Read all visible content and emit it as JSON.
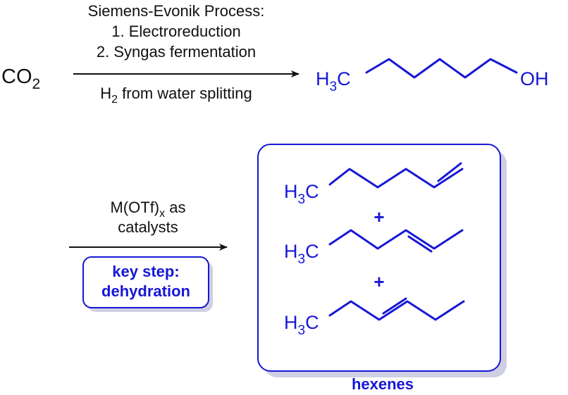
{
  "colors": {
    "molecule": "#1717d6",
    "text": "#111111",
    "box_shadow": "#cfcfe3"
  },
  "reactant": {
    "base": "CO",
    "sub": "2"
  },
  "arrow1": {
    "above": [
      "Siemens-Evonik Process:",
      "1. Electroreduction",
      "2. Syngas fermentation"
    ],
    "below": {
      "pre": "H",
      "sub": "2",
      "post": " from water splitting"
    }
  },
  "hexanol": {
    "left_base": "H",
    "left_sub": "3",
    "left_post": "C",
    "right": "OH"
  },
  "arrow2": {
    "above_line1": {
      "pre": "M(OTf)",
      "sub": "x",
      "post": " as"
    },
    "above_line2": "catalysts",
    "key_step": [
      "key step:",
      "dehydration"
    ]
  },
  "products": {
    "methyl": {
      "base": "H",
      "sub": "3",
      "post": "C"
    },
    "plus": "+",
    "caption": "hexenes"
  }
}
